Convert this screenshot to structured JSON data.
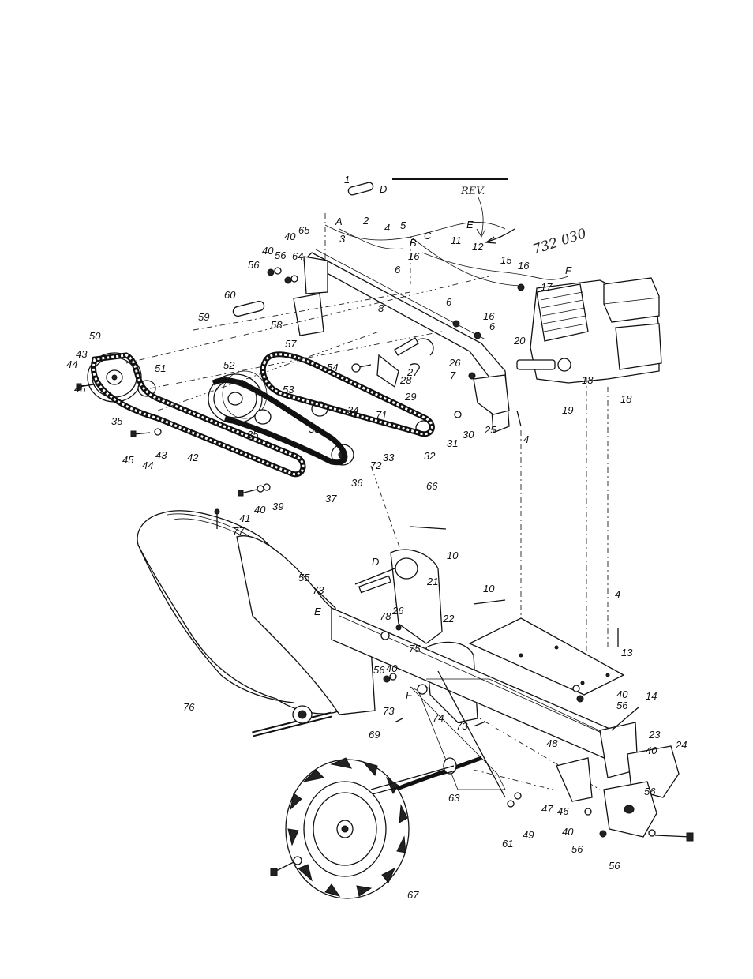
{
  "diagram": {
    "callouts": [
      {
        "id": "c1",
        "text": "1"
      },
      {
        "id": "cD",
        "text": "D"
      },
      {
        "id": "cA",
        "text": "A"
      },
      {
        "id": "c2",
        "text": "2"
      },
      {
        "id": "c4a",
        "text": "4"
      },
      {
        "id": "c5",
        "text": "5"
      },
      {
        "id": "cE",
        "text": "E"
      },
      {
        "id": "cB",
        "text": "B"
      },
      {
        "id": "cC",
        "text": "C"
      },
      {
        "id": "c3",
        "text": "3"
      },
      {
        "id": "c11",
        "text": "11"
      },
      {
        "id": "c12",
        "text": "12"
      },
      {
        "id": "c16a",
        "text": "16"
      },
      {
        "id": "c15",
        "text": "15"
      },
      {
        "id": "c16b",
        "text": "16"
      },
      {
        "id": "cF",
        "text": "F"
      },
      {
        "id": "c17",
        "text": "17"
      },
      {
        "id": "c65",
        "text": "65"
      },
      {
        "id": "c40a",
        "text": "40"
      },
      {
        "id": "c56a",
        "text": "56"
      },
      {
        "id": "c64",
        "text": "64"
      },
      {
        "id": "c40b",
        "text": "40"
      },
      {
        "id": "c56b",
        "text": "56"
      },
      {
        "id": "c6a",
        "text": "6"
      },
      {
        "id": "c60",
        "text": "60"
      },
      {
        "id": "c16c",
        "text": "16"
      },
      {
        "id": "c6b",
        "text": "6"
      },
      {
        "id": "c6c",
        "text": "6"
      },
      {
        "id": "c58",
        "text": "58"
      },
      {
        "id": "c57",
        "text": "57"
      },
      {
        "id": "c59",
        "text": "59"
      },
      {
        "id": "c8",
        "text": "8"
      },
      {
        "id": "c50",
        "text": "50"
      },
      {
        "id": "c20",
        "text": "20"
      },
      {
        "id": "c43a",
        "text": "43"
      },
      {
        "id": "c44a",
        "text": "44"
      },
      {
        "id": "c51",
        "text": "51"
      },
      {
        "id": "c52",
        "text": "52"
      },
      {
        "id": "c54",
        "text": "54"
      },
      {
        "id": "c26a",
        "text": "26"
      },
      {
        "id": "c27",
        "text": "27"
      },
      {
        "id": "c7",
        "text": "7"
      },
      {
        "id": "c28",
        "text": "28"
      },
      {
        "id": "c18a",
        "text": "18"
      },
      {
        "id": "c45a",
        "text": "45"
      },
      {
        "id": "c18b",
        "text": "18"
      },
      {
        "id": "c53",
        "text": "53"
      },
      {
        "id": "c29",
        "text": "29"
      },
      {
        "id": "c19",
        "text": "19"
      },
      {
        "id": "c35a",
        "text": "35"
      },
      {
        "id": "c34",
        "text": "34"
      },
      {
        "id": "c71",
        "text": "71"
      },
      {
        "id": "c25",
        "text": "25"
      },
      {
        "id": "c4b",
        "text": "4"
      },
      {
        "id": "c35b",
        "text": "35"
      },
      {
        "id": "c35c",
        "text": "35"
      },
      {
        "id": "c30",
        "text": "30"
      },
      {
        "id": "c31",
        "text": "31"
      },
      {
        "id": "c45b",
        "text": "45"
      },
      {
        "id": "c44b",
        "text": "44"
      },
      {
        "id": "c43b",
        "text": "43"
      },
      {
        "id": "c42",
        "text": "42"
      },
      {
        "id": "c32",
        "text": "32"
      },
      {
        "id": "c33",
        "text": "33"
      },
      {
        "id": "c72",
        "text": "72"
      },
      {
        "id": "c36",
        "text": "36"
      },
      {
        "id": "c66",
        "text": "66"
      },
      {
        "id": "c37",
        "text": "37"
      },
      {
        "id": "c39",
        "text": "39"
      },
      {
        "id": "c40c",
        "text": "40"
      },
      {
        "id": "c41",
        "text": "41"
      },
      {
        "id": "c77",
        "text": "77"
      },
      {
        "id": "c10a",
        "text": "10"
      },
      {
        "id": "cD2",
        "text": "D"
      },
      {
        "id": "c21",
        "text": "21"
      },
      {
        "id": "c55",
        "text": "55"
      },
      {
        "id": "c73a",
        "text": "73"
      },
      {
        "id": "c10b",
        "text": "10"
      },
      {
        "id": "c4c",
        "text": "4"
      },
      {
        "id": "cE2",
        "text": "E"
      },
      {
        "id": "c78",
        "text": "78"
      },
      {
        "id": "c26b",
        "text": "26"
      },
      {
        "id": "c22",
        "text": "22"
      },
      {
        "id": "c13",
        "text": "13"
      },
      {
        "id": "c75",
        "text": "75"
      },
      {
        "id": "c56c",
        "text": "56"
      },
      {
        "id": "c40d",
        "text": "40"
      },
      {
        "id": "cF2",
        "text": "F"
      },
      {
        "id": "c76",
        "text": "76"
      },
      {
        "id": "c40e",
        "text": "40"
      },
      {
        "id": "c56d",
        "text": "56"
      },
      {
        "id": "c14",
        "text": "14"
      },
      {
        "id": "c73b",
        "text": "73"
      },
      {
        "id": "c74",
        "text": "74"
      },
      {
        "id": "c73c",
        "text": "73"
      },
      {
        "id": "c69",
        "text": "69"
      },
      {
        "id": "c23",
        "text": "23"
      },
      {
        "id": "c48",
        "text": "48"
      },
      {
        "id": "c40f",
        "text": "40"
      },
      {
        "id": "c24",
        "text": "24"
      },
      {
        "id": "c63",
        "text": "63"
      },
      {
        "id": "c56e",
        "text": "56"
      },
      {
        "id": "c47",
        "text": "47"
      },
      {
        "id": "c46",
        "text": "46"
      },
      {
        "id": "c61",
        "text": "61"
      },
      {
        "id": "c49",
        "text": "49"
      },
      {
        "id": "c40g",
        "text": "40"
      },
      {
        "id": "c56f",
        "text": "56"
      },
      {
        "id": "c56g",
        "text": "56"
      },
      {
        "id": "c67",
        "text": "67"
      }
    ],
    "handwritten": {
      "rev": "REV.",
      "note": "732 030"
    }
  }
}
